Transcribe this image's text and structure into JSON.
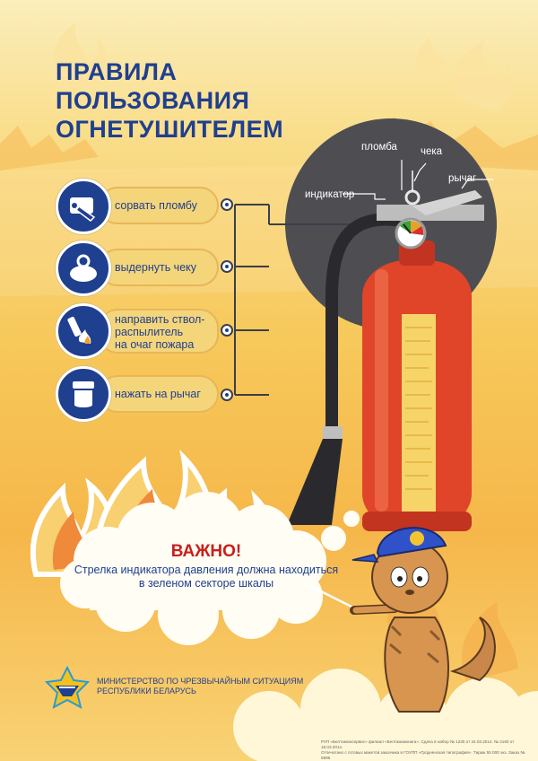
{
  "title": {
    "lines": [
      "ПРАВИЛА",
      "ПОЛЬЗОВАНИЯ",
      "ОГНЕТУШИТЕЛЕМ"
    ]
  },
  "steps": [
    {
      "icon": "seal-pliers-icon",
      "label": "сорвать пломбу"
    },
    {
      "icon": "pull-pin-hand-icon",
      "label": "выдернуть чеку"
    },
    {
      "icon": "nozzle-flame-icon",
      "label": "направить ствол-\nраспылитель\nна очаг пожара"
    },
    {
      "icon": "press-lever-hand-icon",
      "label": "нажать на рычаг"
    }
  ],
  "extinguisher_parts": {
    "seal": "пломба",
    "pin": "чека",
    "lever": "рычаг",
    "indicator": "индикатор"
  },
  "important": {
    "title": "ВАЖНО!",
    "text": "Стрелка индикатора давления должна находиться\nв зеленом секторе шкалы"
  },
  "footer": {
    "ministry": "МИНИСТЕРСТВО ПО ЧРЕЗВЫЧАЙНЫМ СИТУАЦИЯМ\nРЕСПУБЛИКИ БЕЛАРУСЬ",
    "fineprint": "РУП «Белтаможсервис» филиал «Белтаможкнига». Сдача в набор № 1230 от 24.03.2014. № 2160 от 18.03.2014.\nОтпечатано с готовых макетов заказчика в ГОУПП «Гродненская типография». Тираж 55 000 экз. Заказ № 5998"
  },
  "colors": {
    "brand_blue": "#1f3f8f",
    "important_red": "#c8201c",
    "extinguisher_red": "#e0452a",
    "background_yellow": "#f7c85a",
    "disc_gray": "#4e4e52"
  }
}
